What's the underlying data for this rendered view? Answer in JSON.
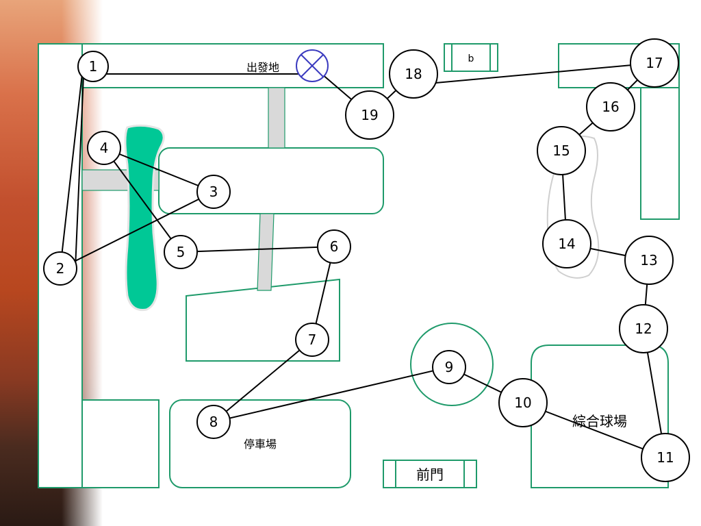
{
  "places": {
    "start": "出發地",
    "b": "b",
    "parking": "停車場",
    "front_gate": "前門",
    "sports_field": "綜合球場"
  },
  "stops": [
    "1",
    "2",
    "3",
    "4",
    "5",
    "6",
    "7",
    "8",
    "9",
    "10",
    "11",
    "12",
    "13",
    "14",
    "15",
    "16",
    "17",
    "18",
    "19"
  ],
  "colors": {
    "building_stroke": "#1e9a6a",
    "pond_fill": "#00c896",
    "start_marker": "#3b3bbf",
    "route": "#000000"
  },
  "icons": {
    "start_marker": "crossed-circle-icon"
  }
}
